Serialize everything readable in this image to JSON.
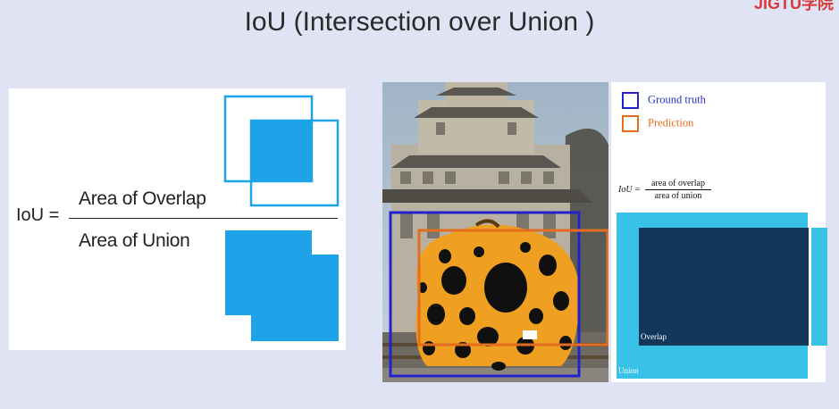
{
  "title": "IoU (Intersection over Union )",
  "watermark": "JIGTU学院",
  "formula": {
    "lhs": "IoU =",
    "numerator": "Area of Overlap",
    "denominator": "Area of Union"
  },
  "legend": {
    "ground_truth": "Ground truth",
    "prediction": "Prediction"
  },
  "mini_formula": {
    "lhs": "IoU =",
    "numerator": "area of overlap",
    "denominator": "area of union"
  },
  "labels": {
    "overlap": "Overlap",
    "union": "Union"
  },
  "colors": {
    "diagram_blue": "#1fa3e8",
    "ground_truth_box": "#2222cc",
    "prediction_box": "#e56d1f",
    "union_fill": "#39c2e8",
    "overlap_fill": "#13365b",
    "pumpkin_orange": "#f0a020"
  }
}
